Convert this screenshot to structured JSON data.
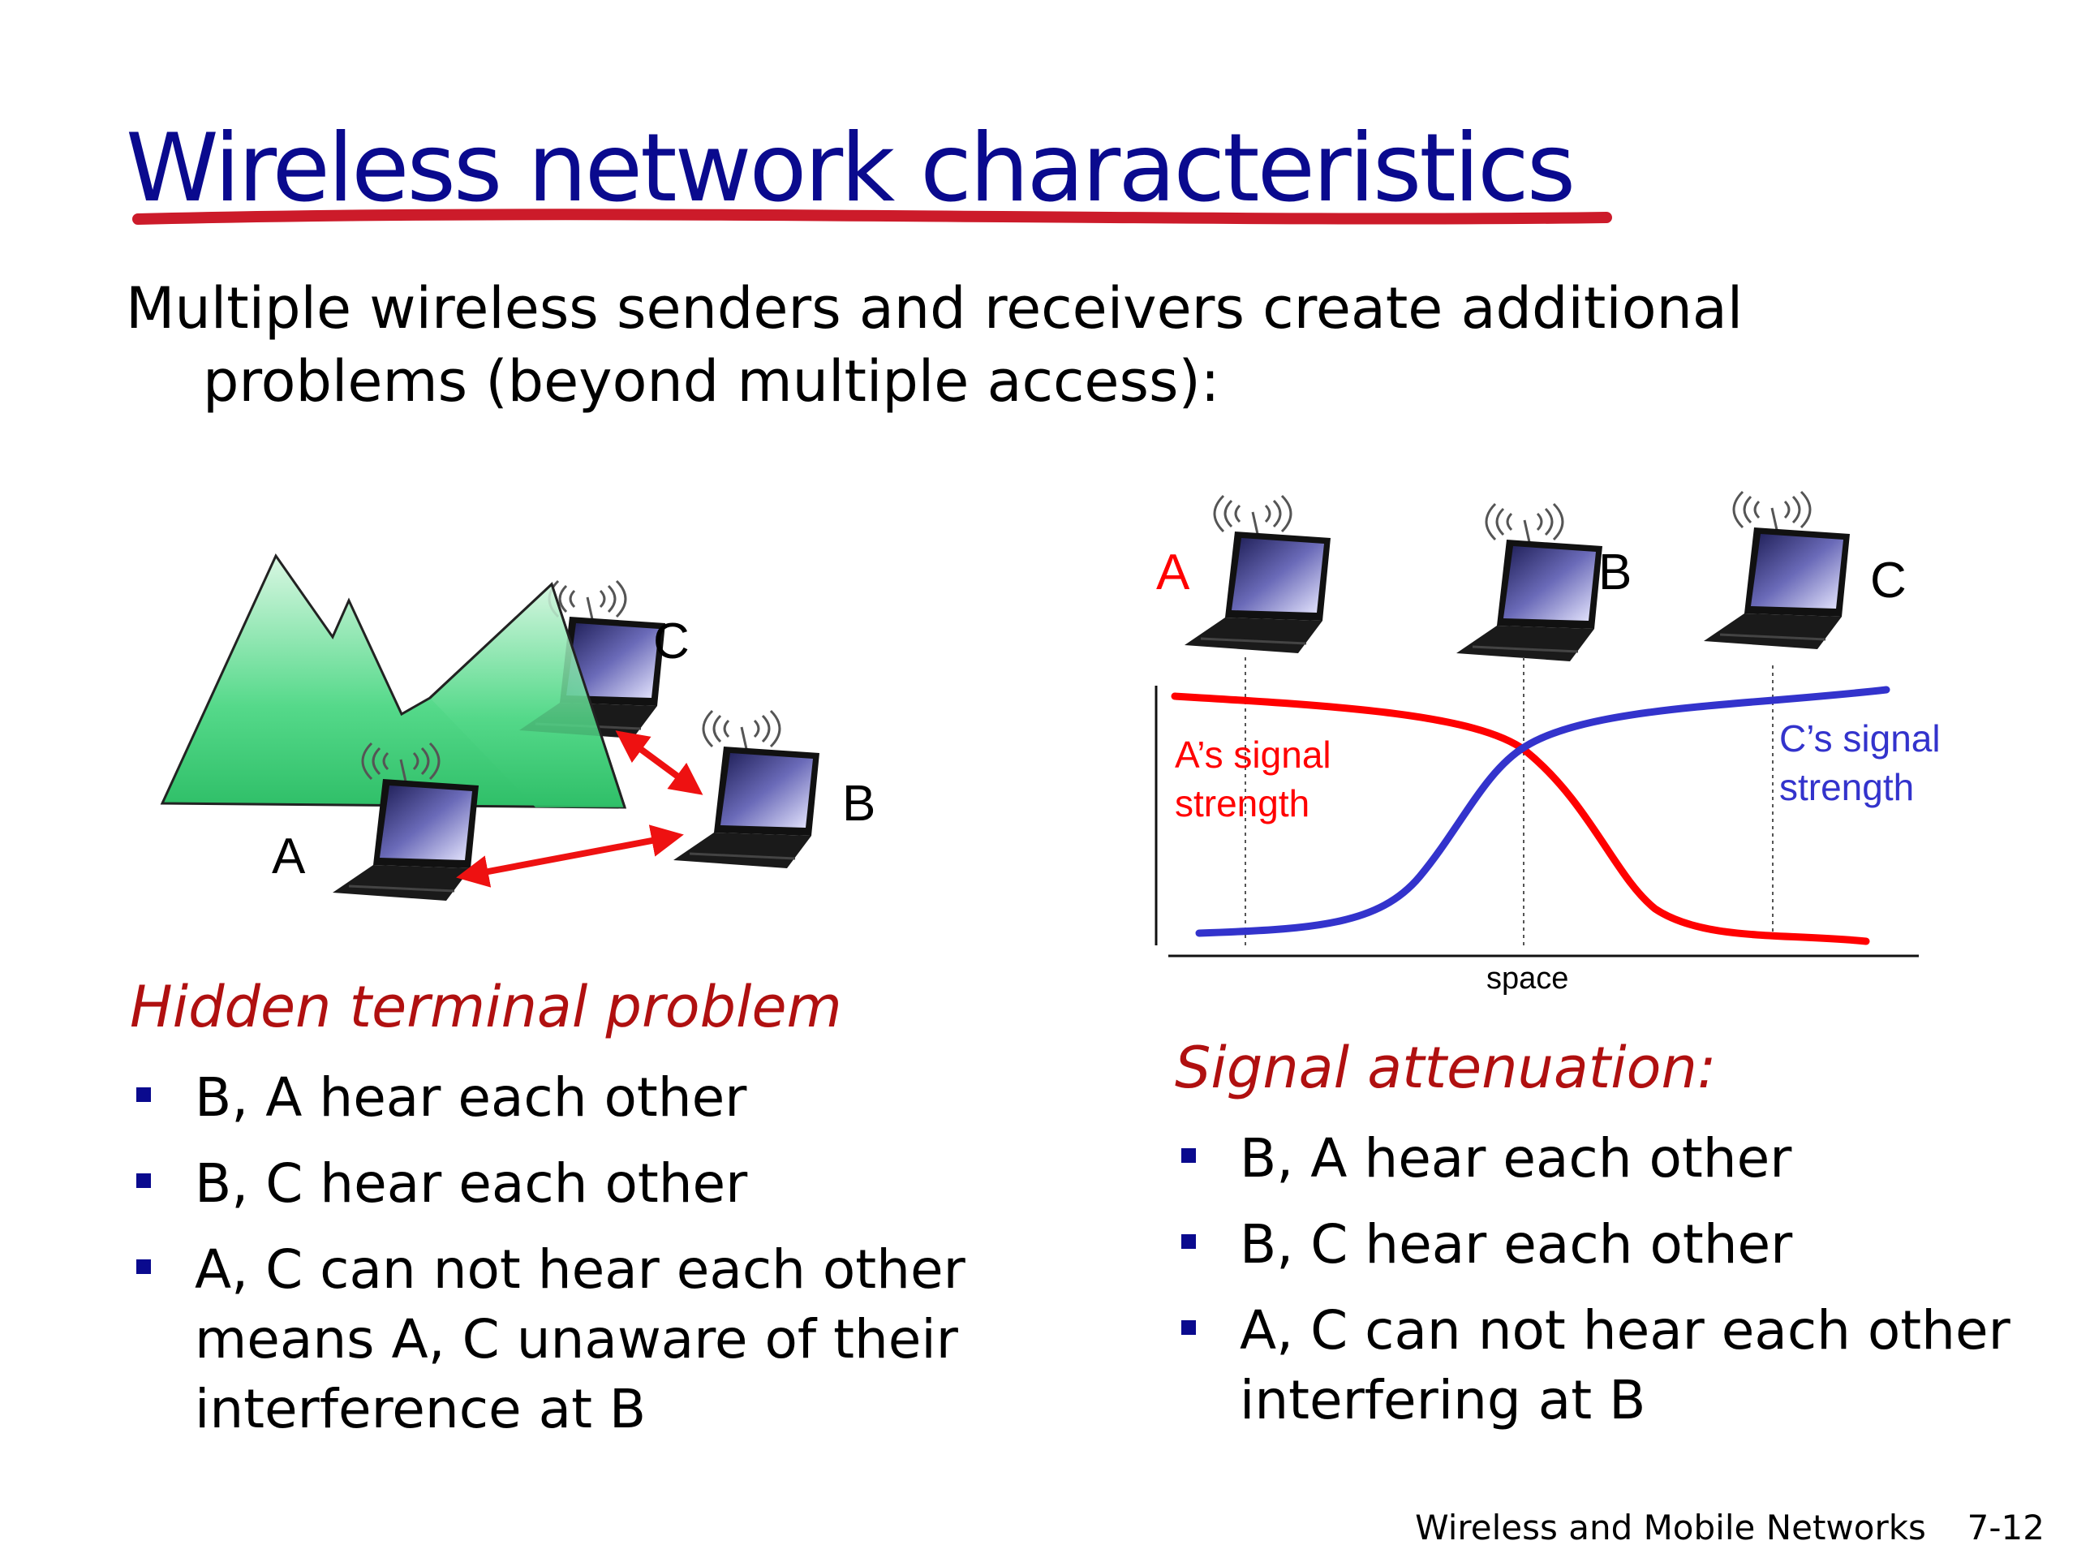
{
  "slide": {
    "title": "Wireless network characteristics",
    "intro_line1": "Multiple wireless senders and receivers create additional",
    "intro_line2": "problems (beyond multiple access):"
  },
  "left_figure": {
    "labels": {
      "a": "A",
      "b": "B",
      "c": "C"
    }
  },
  "right_figure": {
    "labels": {
      "a": "A",
      "b": "B",
      "c": "C"
    },
    "a_signal": [
      "A’s signal",
      "strength"
    ],
    "c_signal": [
      "C’s signal",
      "strength"
    ],
    "x_axis": "space"
  },
  "hidden_terminal": {
    "heading": "Hidden terminal problem",
    "bullets": [
      "B, A hear each other",
      "B, C hear each other",
      "A, C can not hear each other",
      "means A, C unaware of their",
      "interference at B"
    ]
  },
  "signal_attenuation": {
    "heading": "Signal attenuation:",
    "bullets": [
      "B, A hear each other",
      "B, C hear each other",
      "A, C can not hear each other",
      "interfering at B"
    ]
  },
  "footer": {
    "chapter": "Wireless and Mobile Networks",
    "page": "7-12"
  },
  "colors": {
    "title": "#0a0a8e",
    "underline": "#cc1b2a",
    "heading": "#b01010",
    "a_curve": "#ff0000",
    "c_curve": "#3333cc",
    "mountain": "#3fcf7a"
  }
}
